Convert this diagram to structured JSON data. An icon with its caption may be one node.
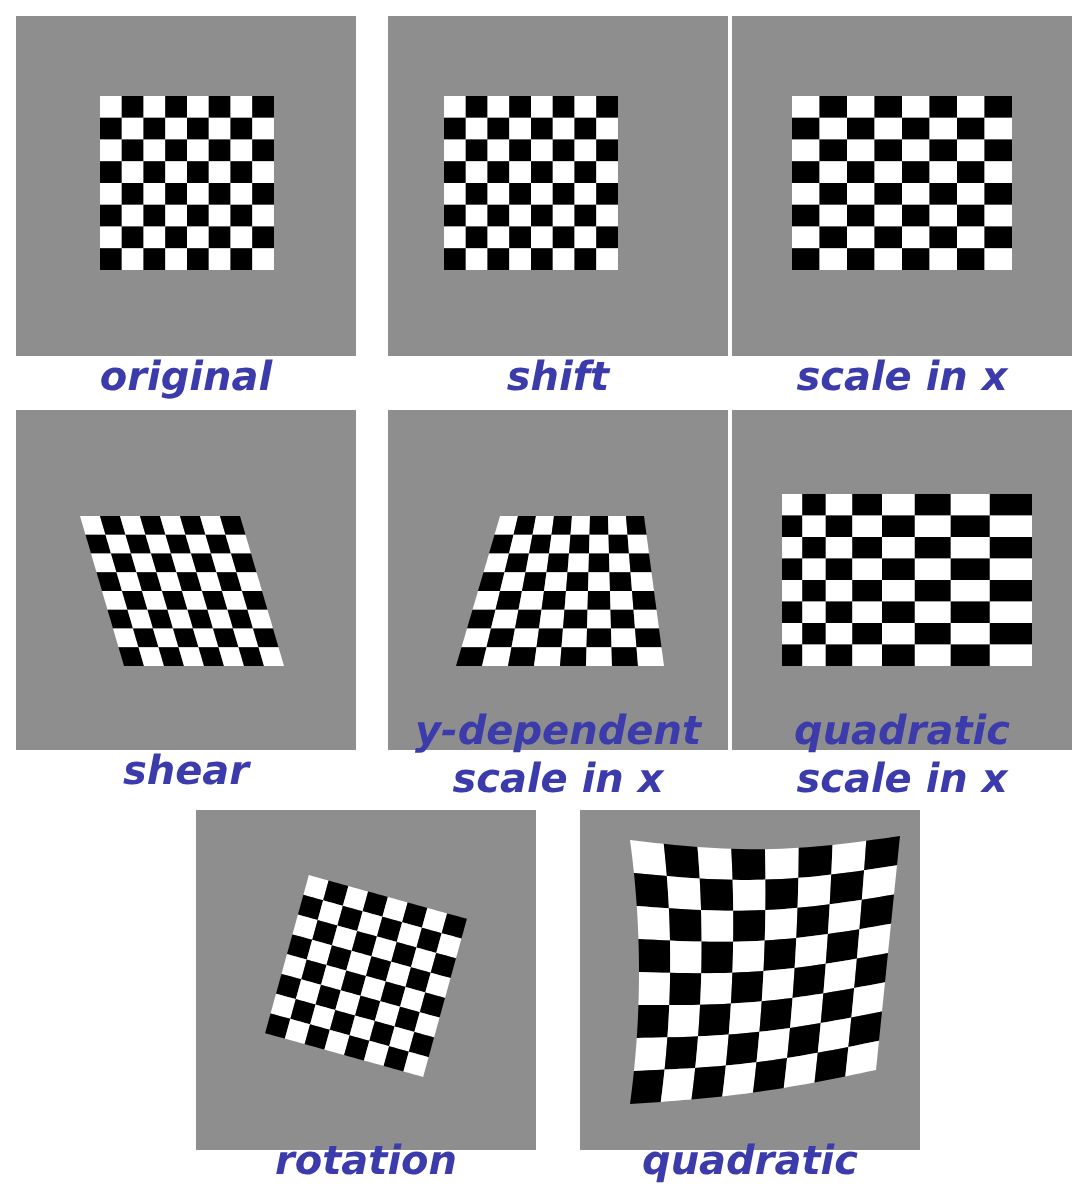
{
  "diagram": {
    "labels": [
      "original",
      "shift",
      "scale in x",
      "shear",
      "y-dependent scale in x",
      "quadratic scale in x",
      "rotation",
      "quadratic"
    ]
  }
}
